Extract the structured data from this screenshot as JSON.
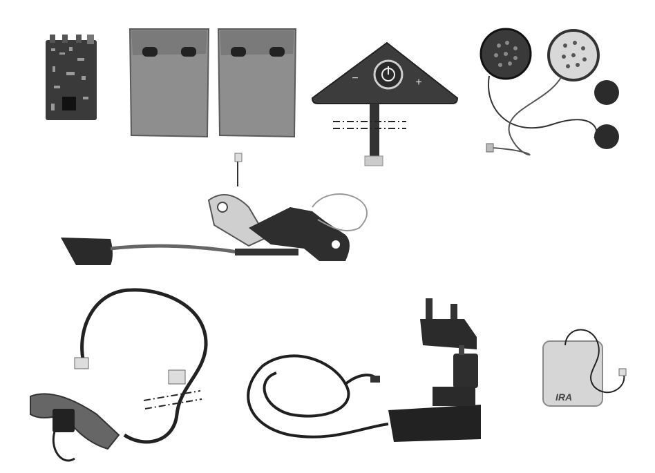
{
  "image": {
    "kind": "product-kit-photo",
    "background": "#ffffff",
    "palette": {
      "dark": "#2a2a2a",
      "mid": "#6f6f6f",
      "pouch": "#8e8e8e",
      "light": "#cfcfcf"
    }
  },
  "items": [
    {
      "id": "circuit-board",
      "icon": "pcb-icon"
    },
    {
      "id": "pouch-left",
      "icon": "fabric-pouch-icon"
    },
    {
      "id": "pouch-right",
      "icon": "fabric-pouch-icon"
    },
    {
      "id": "control-pad",
      "icon": "remote-control-icon",
      "buttons": {
        "minus": "−",
        "plus": "+"
      }
    },
    {
      "id": "speakers",
      "icon": "speaker-icon"
    },
    {
      "id": "foam-covers",
      "icon": "foam-cover-icon"
    },
    {
      "id": "boom-microphone",
      "icon": "microphone-icon"
    },
    {
      "id": "wire-harness",
      "icon": "cable-icon"
    },
    {
      "id": "power-adapter",
      "icon": "plug-adapter-icon"
    },
    {
      "id": "battery-pack",
      "icon": "battery-icon",
      "label": "IRA"
    }
  ]
}
